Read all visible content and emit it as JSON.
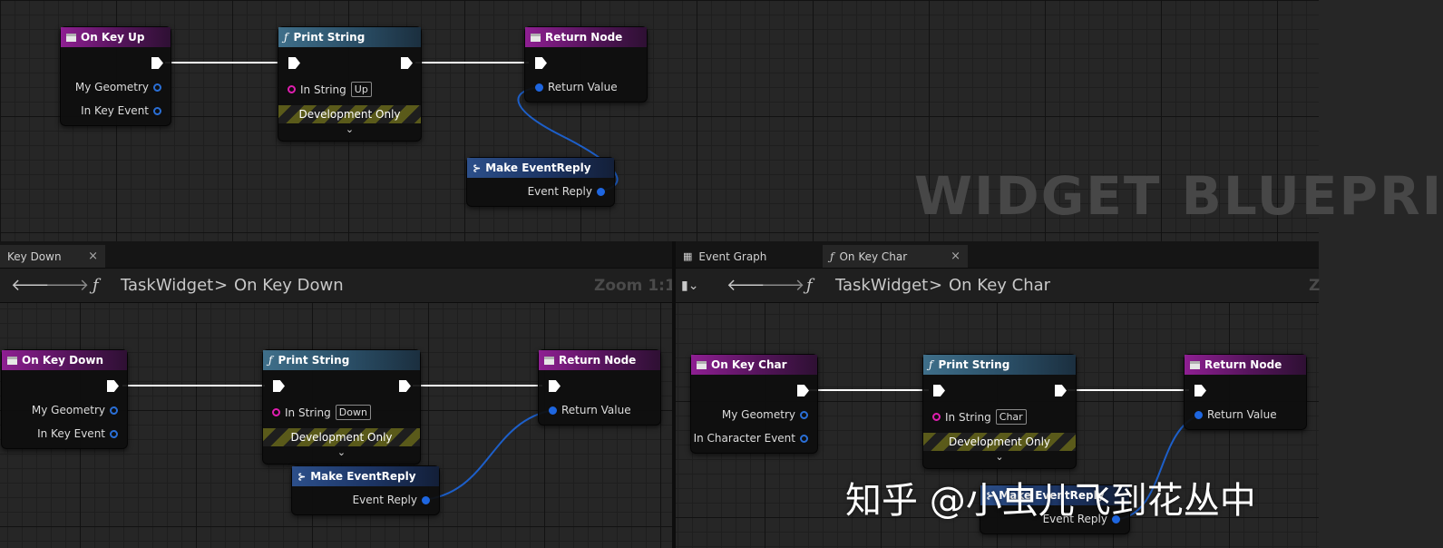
{
  "watermark": "WIDGET BLUEPRI",
  "corner_watermark": "知乎 @小虫儿飞到花丛中",
  "top_graph": {
    "event_node": {
      "title": "On Key Up",
      "pins": [
        "My Geometry",
        "In Key Event"
      ]
    },
    "print_node": {
      "title": "Print String",
      "in_string_label": "In String",
      "in_string_value": "Up",
      "dev_only": "Development Only"
    },
    "return_node": {
      "title": "Return Node",
      "pin": "Return Value"
    },
    "make_reply": {
      "title": "Make EventReply",
      "pin": "Event Reply"
    }
  },
  "left_panel": {
    "tab": {
      "label": "Key Down",
      "close": "×"
    },
    "breadcrumb": {
      "blueprint": "TaskWidget",
      "separator": ">",
      "graph": "On Key Down"
    },
    "zoom": "Zoom 1:1",
    "event_node": {
      "title": "On Key Down",
      "pins": [
        "My Geometry",
        "In Key Event"
      ]
    },
    "print_node": {
      "title": "Print String",
      "in_string_label": "In String",
      "in_string_value": "Down",
      "dev_only": "Development Only"
    },
    "return_node": {
      "title": "Return Node",
      "pin": "Return Value"
    },
    "make_reply": {
      "title": "Make EventReply",
      "pin": "Event Reply"
    }
  },
  "right_panel": {
    "tabs": [
      {
        "label": "Event Graph"
      },
      {
        "label": "On Key Char",
        "close": "×"
      }
    ],
    "breadcrumb": {
      "blueprint": "TaskWidget",
      "separator": ">",
      "graph": "On Key Char"
    },
    "zoom": "Z",
    "event_node": {
      "title": "On Key Char",
      "pins": [
        "My Geometry",
        "In Character Event"
      ]
    },
    "print_node": {
      "title": "Print String",
      "in_string_label": "In String",
      "in_string_value": "Char",
      "dev_only": "Development Only"
    },
    "return_node": {
      "title": "Return Node",
      "pin": "Return Value"
    },
    "make_reply": {
      "title": "Make EventReply",
      "pin": "Event Reply"
    }
  },
  "colors": {
    "event_header": "#8e1f92",
    "function_header": "#3f6f8a",
    "pure_header": "#2c4f8a",
    "struct_pin": "#1e66e0",
    "string_pin": "#e01eb0"
  }
}
